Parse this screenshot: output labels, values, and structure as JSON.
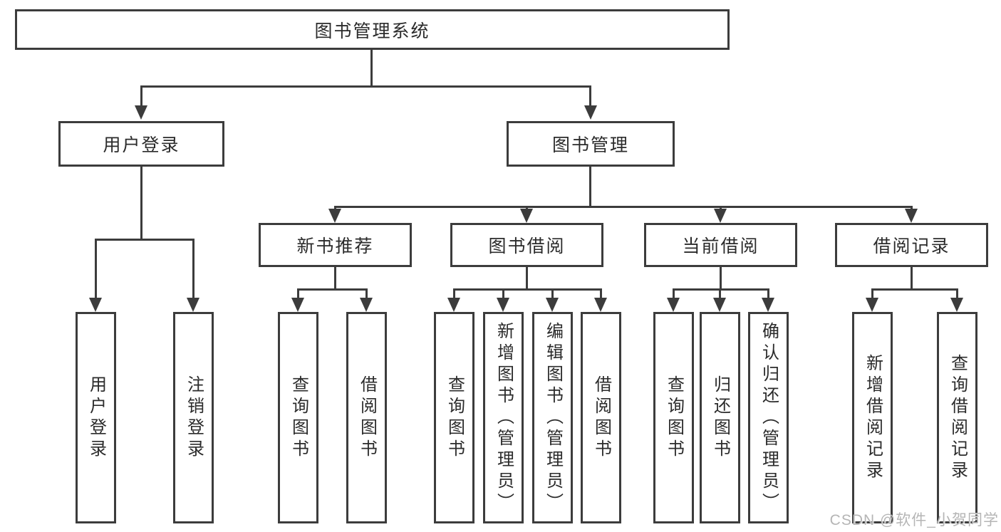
{
  "diagram": {
    "root": "图书管理系统",
    "branches": [
      {
        "label": "用户登录",
        "children": [
          "用户登录",
          "注销登录"
        ]
      },
      {
        "label": "图书管理",
        "children": [
          {
            "label": "新书推荐",
            "children": [
              "查询图书",
              "借阅图书"
            ]
          },
          {
            "label": "图书借阅",
            "children": [
              "查询图书",
              "新增图书（管理员）",
              "编辑图书（管理员）",
              "借阅图书"
            ]
          },
          {
            "label": "当前借阅",
            "children": [
              "查询图书",
              "归还图书",
              "确认归还（管理员）"
            ]
          },
          {
            "label": "借阅记录",
            "children": [
              "新增借阅记录",
              "查询借阅记录"
            ]
          }
        ]
      }
    ]
  },
  "watermark": {
    "text": "CSDN @软件_小贺同学",
    "color": "#b5b5b5"
  },
  "colors": {
    "line": "#3c3c3c",
    "text": "#2b2b2b",
    "background": "#ffffff"
  }
}
